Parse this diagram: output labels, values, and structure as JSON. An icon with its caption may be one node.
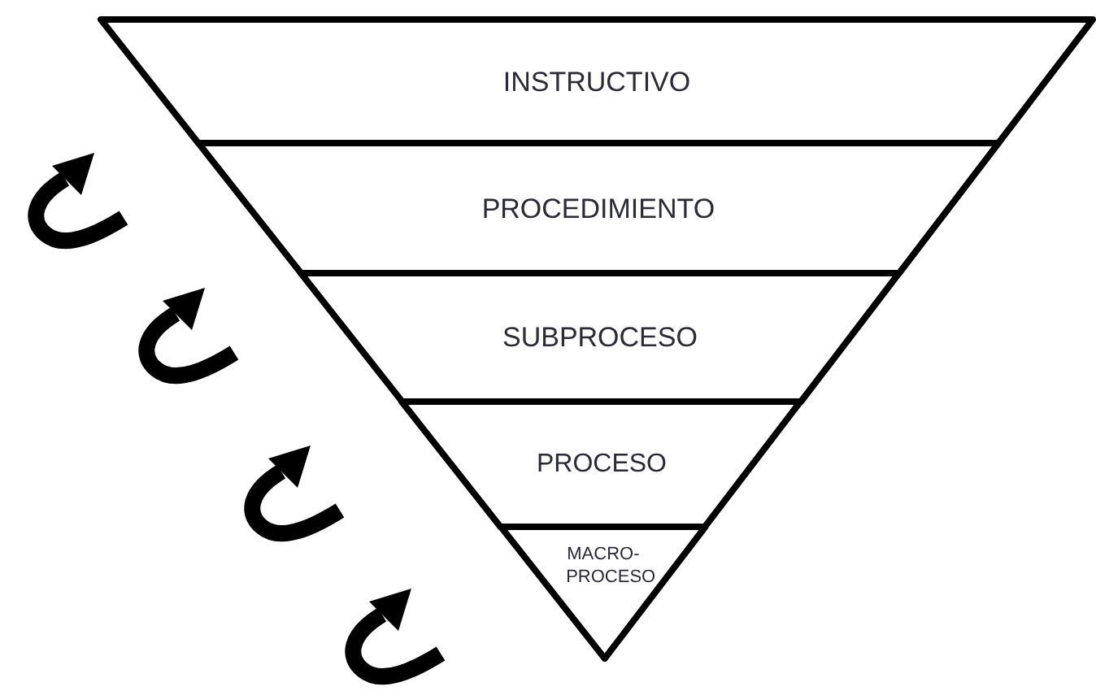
{
  "diagram": {
    "nodes": [
      {
        "text": [
          "INSTRUCTIVO"
        ]
      },
      {
        "text": [
          "PROCEDIMIENTO"
        ]
      },
      {
        "text": [
          "SUBPROCESO"
        ]
      },
      {
        "text": [
          "PROCESO"
        ]
      },
      {
        "text": [
          "MACRO- PROCESO"
        ]
      }
    ]
  }
}
